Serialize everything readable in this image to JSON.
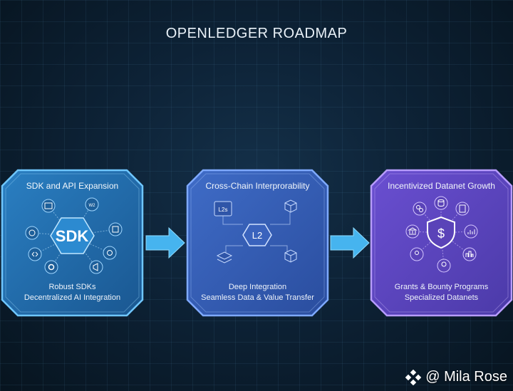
{
  "title": "OPENLEDGER ROADMAP",
  "stages": [
    {
      "title": "SDK and API Expansion",
      "center_label": "SDK",
      "lines": [
        "Robust SDKs",
        "Decentralized AI Integration"
      ],
      "color": "#3d9fe0"
    },
    {
      "title": "Cross-Chain Interprorability",
      "center_label": "L2",
      "corner_label": "L2s",
      "lines": [
        "Deep Integration",
        "Seamless Data & Value Transfer"
      ],
      "color": "#4e79d8"
    },
    {
      "title": "Incentivized Datanet Growth",
      "center_label": "$",
      "lines": [
        "Grants & Bounty Programs",
        "Specialized Datanets"
      ],
      "color": "#7a5ce0"
    }
  ],
  "watermark": {
    "icon": "binance-diamond-icon",
    "text": "@ Mila Rose"
  }
}
